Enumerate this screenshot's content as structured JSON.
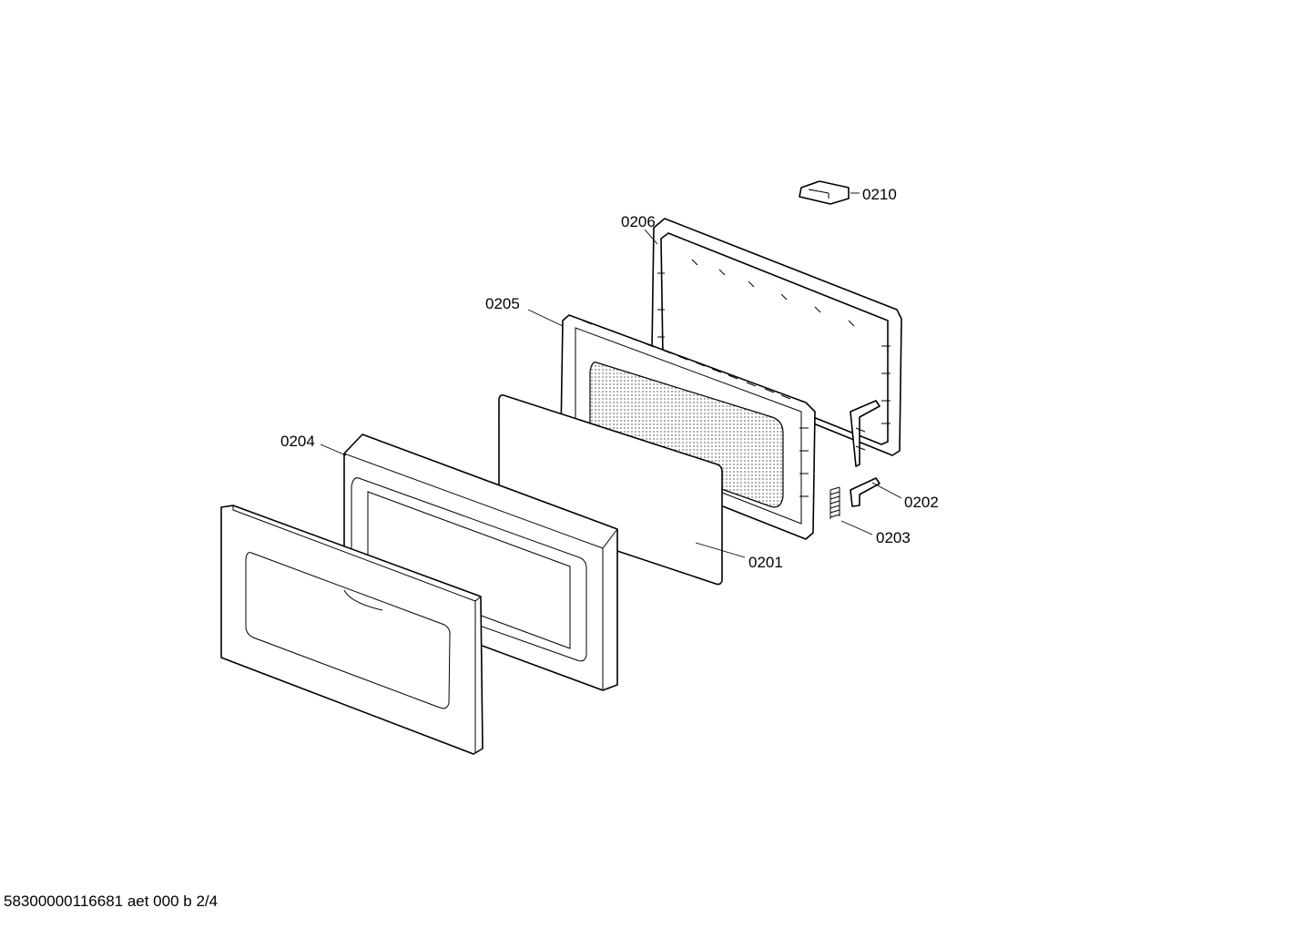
{
  "diagram": {
    "parts": [
      {
        "id": "0201",
        "label": "0201"
      },
      {
        "id": "0202",
        "label": "0202"
      },
      {
        "id": "0203",
        "label": "0203"
      },
      {
        "id": "0204",
        "label": "0204"
      },
      {
        "id": "0205",
        "label": "0205"
      },
      {
        "id": "0206",
        "label": "0206"
      },
      {
        "id": "0210",
        "label": "0210"
      }
    ]
  },
  "footer": {
    "text": "58300000116681 aet 000 b 2/4"
  }
}
